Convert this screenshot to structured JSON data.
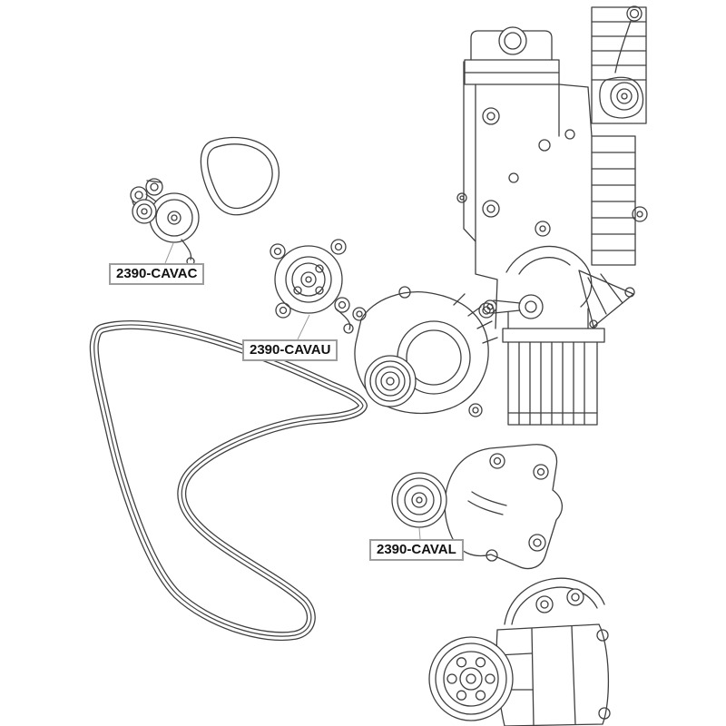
{
  "labels": [
    {
      "text": "2390-CAVAC"
    },
    {
      "text": "2390-CAVAU"
    },
    {
      "text": "2390-CAVAL"
    }
  ],
  "colors": {
    "background": "#ffffff",
    "line": "#3f3f3f",
    "label_border": "#9c9c9c",
    "label_text": "#111111"
  }
}
